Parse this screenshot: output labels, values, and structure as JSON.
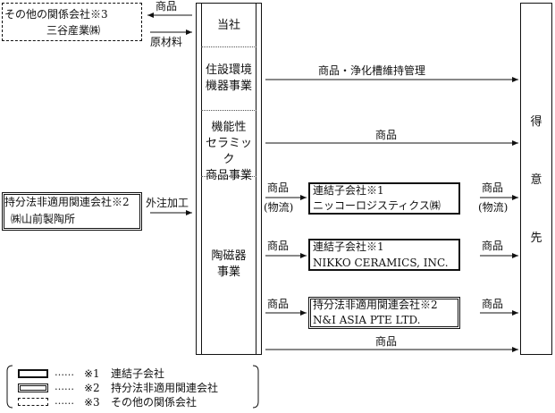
{
  "left": {
    "other_affiliate_name": "その他の関係会社※3",
    "other_affiliate_company": "三谷産業㈱",
    "arrow_out_label": "商品",
    "arrow_in_label": "原材料",
    "equity_affiliate_name": "持分法非適用関連会社※2",
    "equity_affiliate_company": "㈱山前製陶所",
    "outsourcing_label": "外注加工"
  },
  "company": {
    "title": "当社",
    "seg1": [
      "住設環境",
      "機器事業"
    ],
    "seg2": [
      "機能性",
      "セラミック",
      "商品事業"
    ],
    "seg3": [
      "陶磁器",
      "事業"
    ]
  },
  "flows": {
    "seg1_label": "商品・浄化槽維持管理",
    "seg2_label": "商品",
    "seg3a_left": [
      "商品",
      "(物流)"
    ],
    "seg3a_right": [
      "商品",
      "(物流)"
    ],
    "seg3b_left": "商品",
    "seg3b_right": "商品",
    "seg3c_left": "商品",
    "seg3c_right": "商品",
    "bottom_label": "商品"
  },
  "subsidiaries": {
    "sub1_name": "連結子会社※1",
    "sub1_company": "ニッコーロジスティクス㈱",
    "sub2_name": "連結子会社※1",
    "sub2_company": "NIKKO CERAMICS, INC.",
    "sub3_name": "持分法非適用関連会社※2",
    "sub3_company": "N&I ASIA PTE LTD."
  },
  "customer": [
    "得",
    "意",
    "先"
  ],
  "legend": {
    "item1_mark": "※1",
    "item1_label": "連結子会社",
    "item2_mark": "※2",
    "item2_label": "持分法非適用関連会社",
    "item3_mark": "※3",
    "item3_label": "その他の関係会社"
  }
}
